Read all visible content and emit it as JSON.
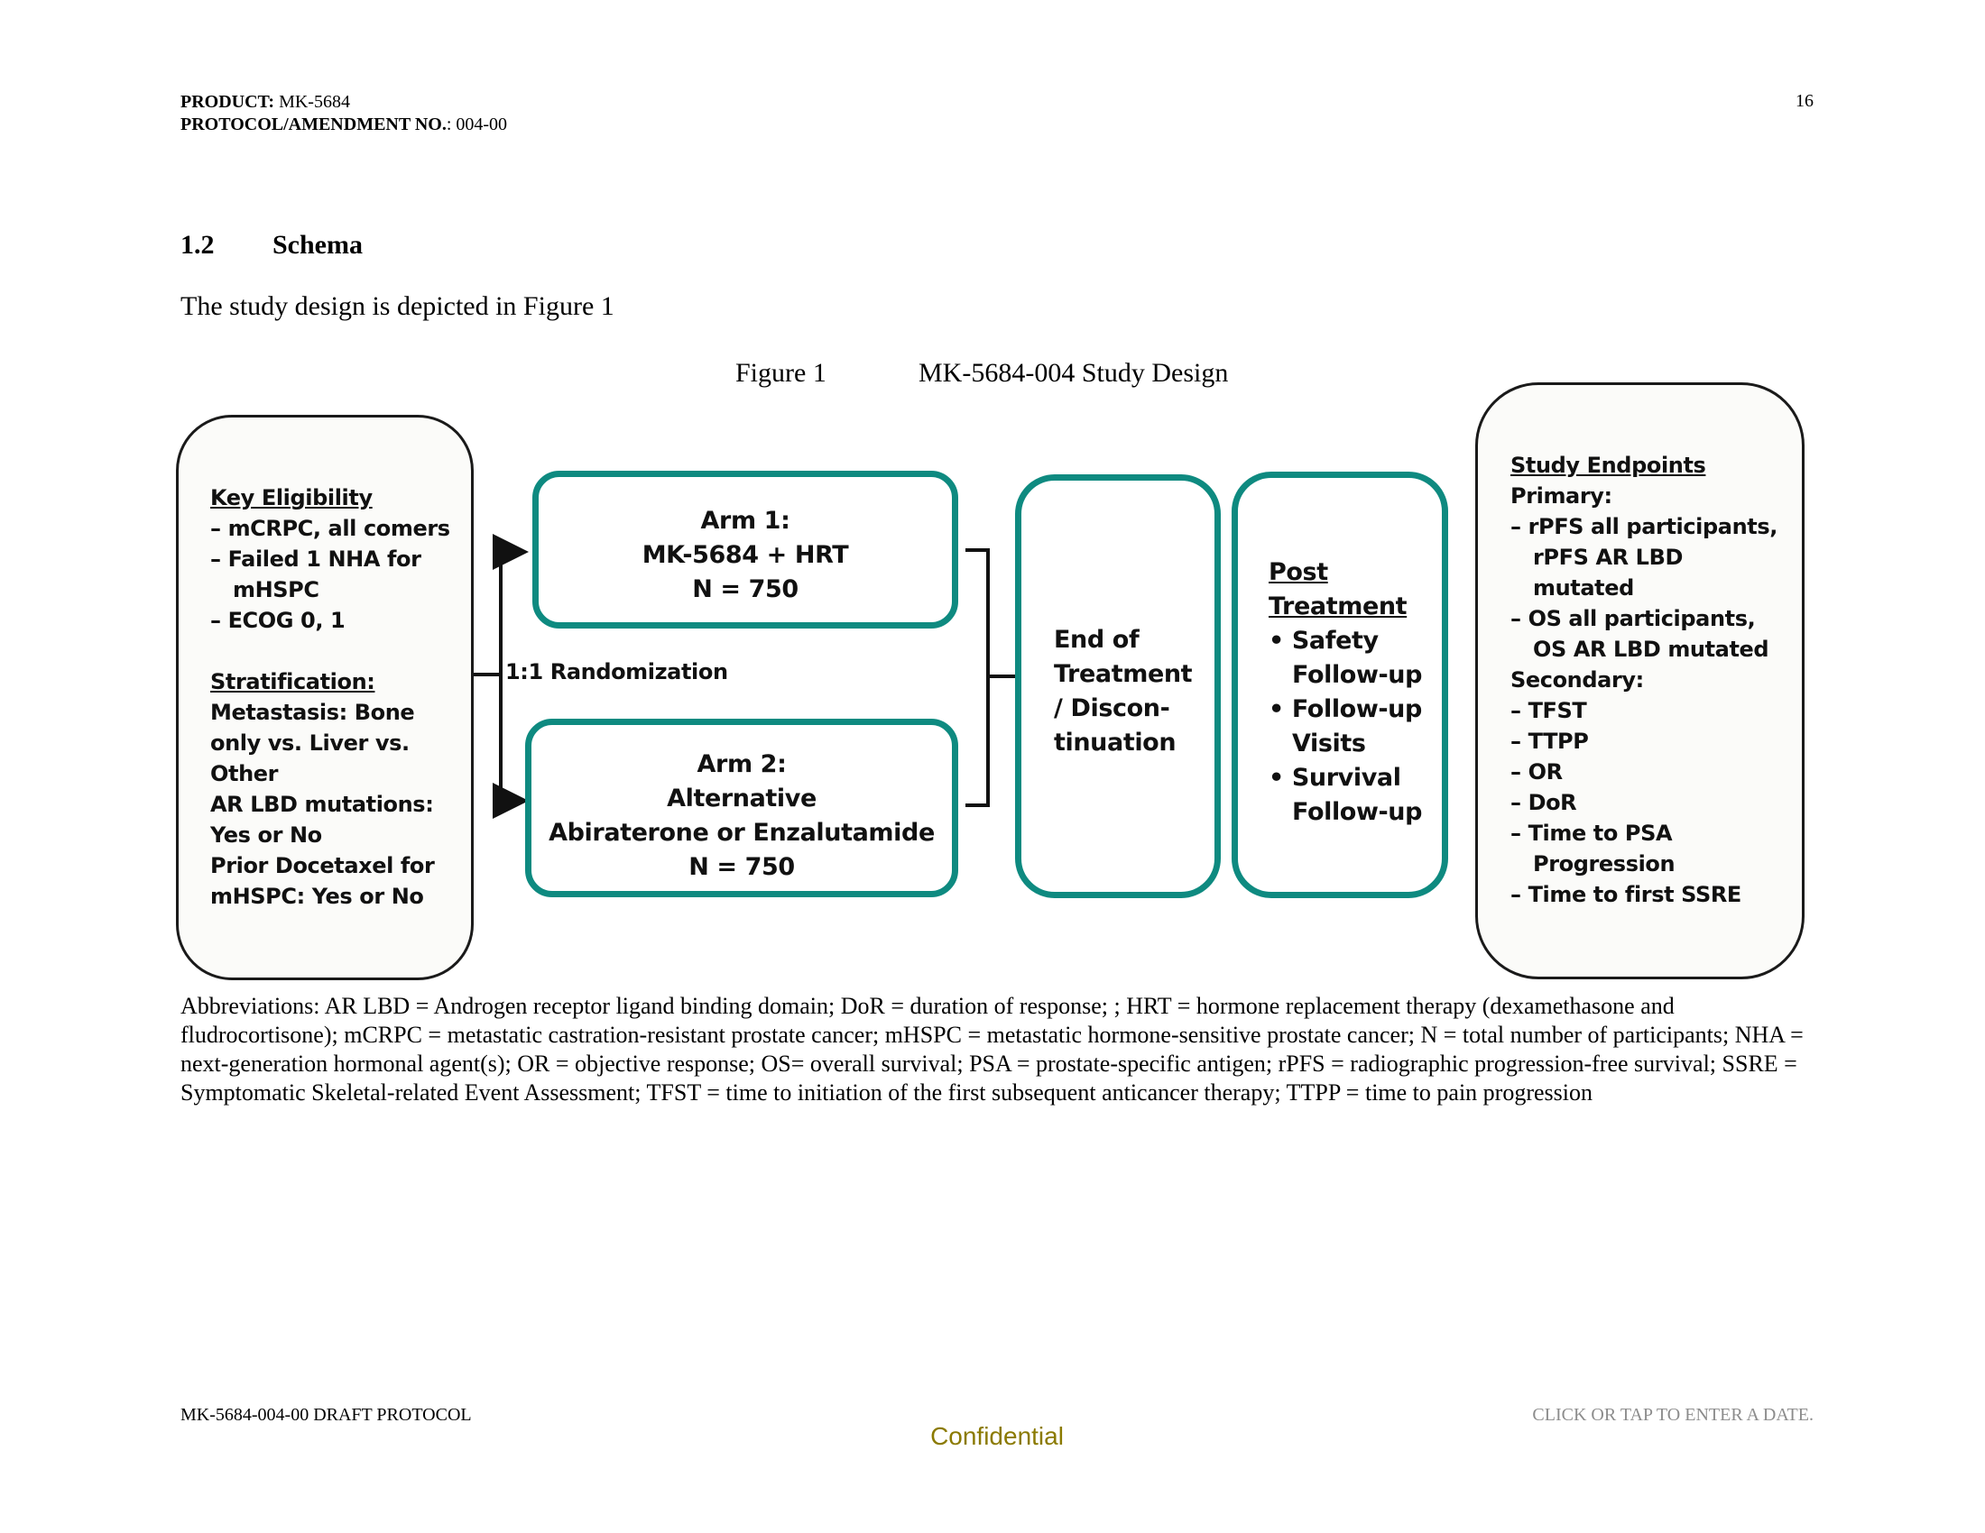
{
  "header": {
    "product_label": "PRODUCT:",
    "product_value": " MK-5684",
    "protocol_label": "PROTOCOL/AMENDMENT NO.",
    "protocol_value": ": 004-00",
    "page_number": "16"
  },
  "section": {
    "number": "1.2",
    "title": "Schema"
  },
  "intro_text": "The study design is depicted in Figure 1",
  "figure": {
    "label": "Figure 1",
    "title": "MK-5684-004 Study Design"
  },
  "diagram": {
    "eligibility": {
      "heading": "Key Eligibility",
      "items": [
        "mCRPC, all comers",
        "Failed 1 NHA  for mHSPC",
        "ECOG 0, 1"
      ],
      "strat_heading": "Stratification:",
      "strat_lines": [
        "Metastasis: Bone",
        "only vs. Liver vs.",
        "Other",
        "AR LBD mutations:",
        "Yes or No",
        "Prior Docetaxel for",
        "mHSPC: Yes or No"
      ]
    },
    "randomization": "1:1 Randomization",
    "arm1": {
      "line1": "Arm 1:",
      "line2": "MK-5684 + HRT",
      "line3": "N = 750"
    },
    "arm2": {
      "line1": "Arm 2:",
      "line2": "Alternative",
      "line3": "Abiraterone or Enzalutamide",
      "line4": "N = 750"
    },
    "eot": {
      "line1": "End of",
      "line2": "Treatment",
      "line3": "/ Discon-",
      "line4": "tinuation"
    },
    "post": {
      "heading1": "Post",
      "heading2": "Treatment",
      "items": [
        {
          "a": "Safety",
          "b": "Follow-up"
        },
        {
          "a": "Follow-up",
          "b": "Visits"
        },
        {
          "a": "Survival",
          "b": "Follow-up"
        }
      ]
    },
    "endpoints": {
      "heading": "Study Endpoints",
      "primary_label": "Primary:",
      "primary": [
        "rPFS all participants, rPFS AR LBD mutated",
        "OS all participants, OS AR LBD mutated"
      ],
      "secondary_label": "Secondary:",
      "secondary": [
        "TFST",
        "TTPP",
        "OR",
        "DoR",
        "Time to PSA Progression",
        "Time to first SSRE"
      ]
    },
    "colors": {
      "teal": "#0e8a80",
      "dark": "#1a1a1a"
    }
  },
  "abbreviations": "Abbreviations: AR LBD = Androgen receptor ligand binding domain; DoR = duration of response; ; HRT = hormone replacement therapy (dexamethasone and fludrocortisone); mCRPC = metastatic castration-resistant prostate cancer; mHSPC = metastatic hormone-sensitive prostate cancer; N = total number of participants; NHA = next-generation hormonal agent(s); OR = objective response; OS= overall survival; PSA = prostate-specific antigen; rPFS = radiographic progression-free survival; SSRE = Symptomatic Skeletal-related Event Assessment; TFST = time to initiation of the first subsequent anticancer therapy; TTPP = time to pain progression",
  "footer": {
    "left": "MK-5684-004-00 DRAFT PROTOCOL",
    "date_placeholder": "CLICK OR TAP TO ENTER A DATE.",
    "confidential": "Confidential"
  }
}
